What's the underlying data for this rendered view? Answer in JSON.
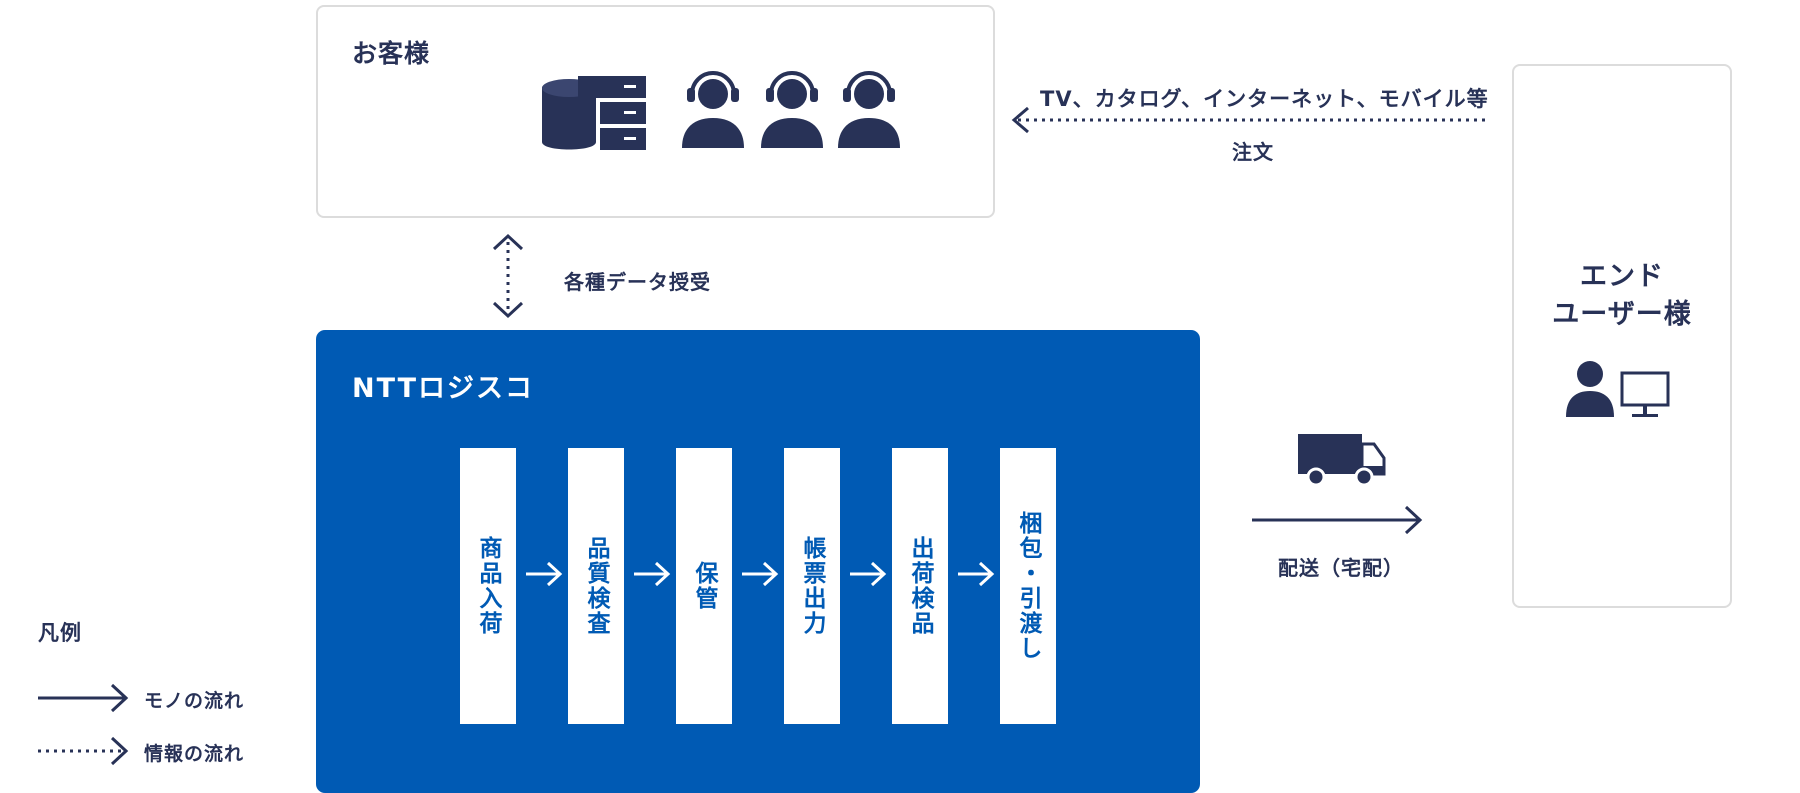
{
  "customer": {
    "title": "お客様"
  },
  "order": {
    "channels": "TV、カタログ、インターネット、モバイル等",
    "label": "注文"
  },
  "data_exchange": {
    "label": "各種データ授受"
  },
  "ntt": {
    "title": "NTTロジスコ",
    "steps": [
      "商品入荷",
      "品質検査",
      "保管",
      "帳票出力",
      "出荷検品",
      "梱包・引渡し"
    ]
  },
  "delivery": {
    "label": "配送（宅配）"
  },
  "end_user": {
    "title_line1": "エンド",
    "title_line2": "ユーザー様"
  },
  "legend": {
    "title": "凡例",
    "goods_flow": "モノの流れ",
    "info_flow": "情報の流れ"
  },
  "colors": {
    "navy": "#283257",
    "blue": "#005ab4",
    "border": "#dcdcdc"
  },
  "icons": [
    "database-icon",
    "server-icon",
    "operator-icon",
    "truck-icon",
    "user-computer-icon"
  ]
}
